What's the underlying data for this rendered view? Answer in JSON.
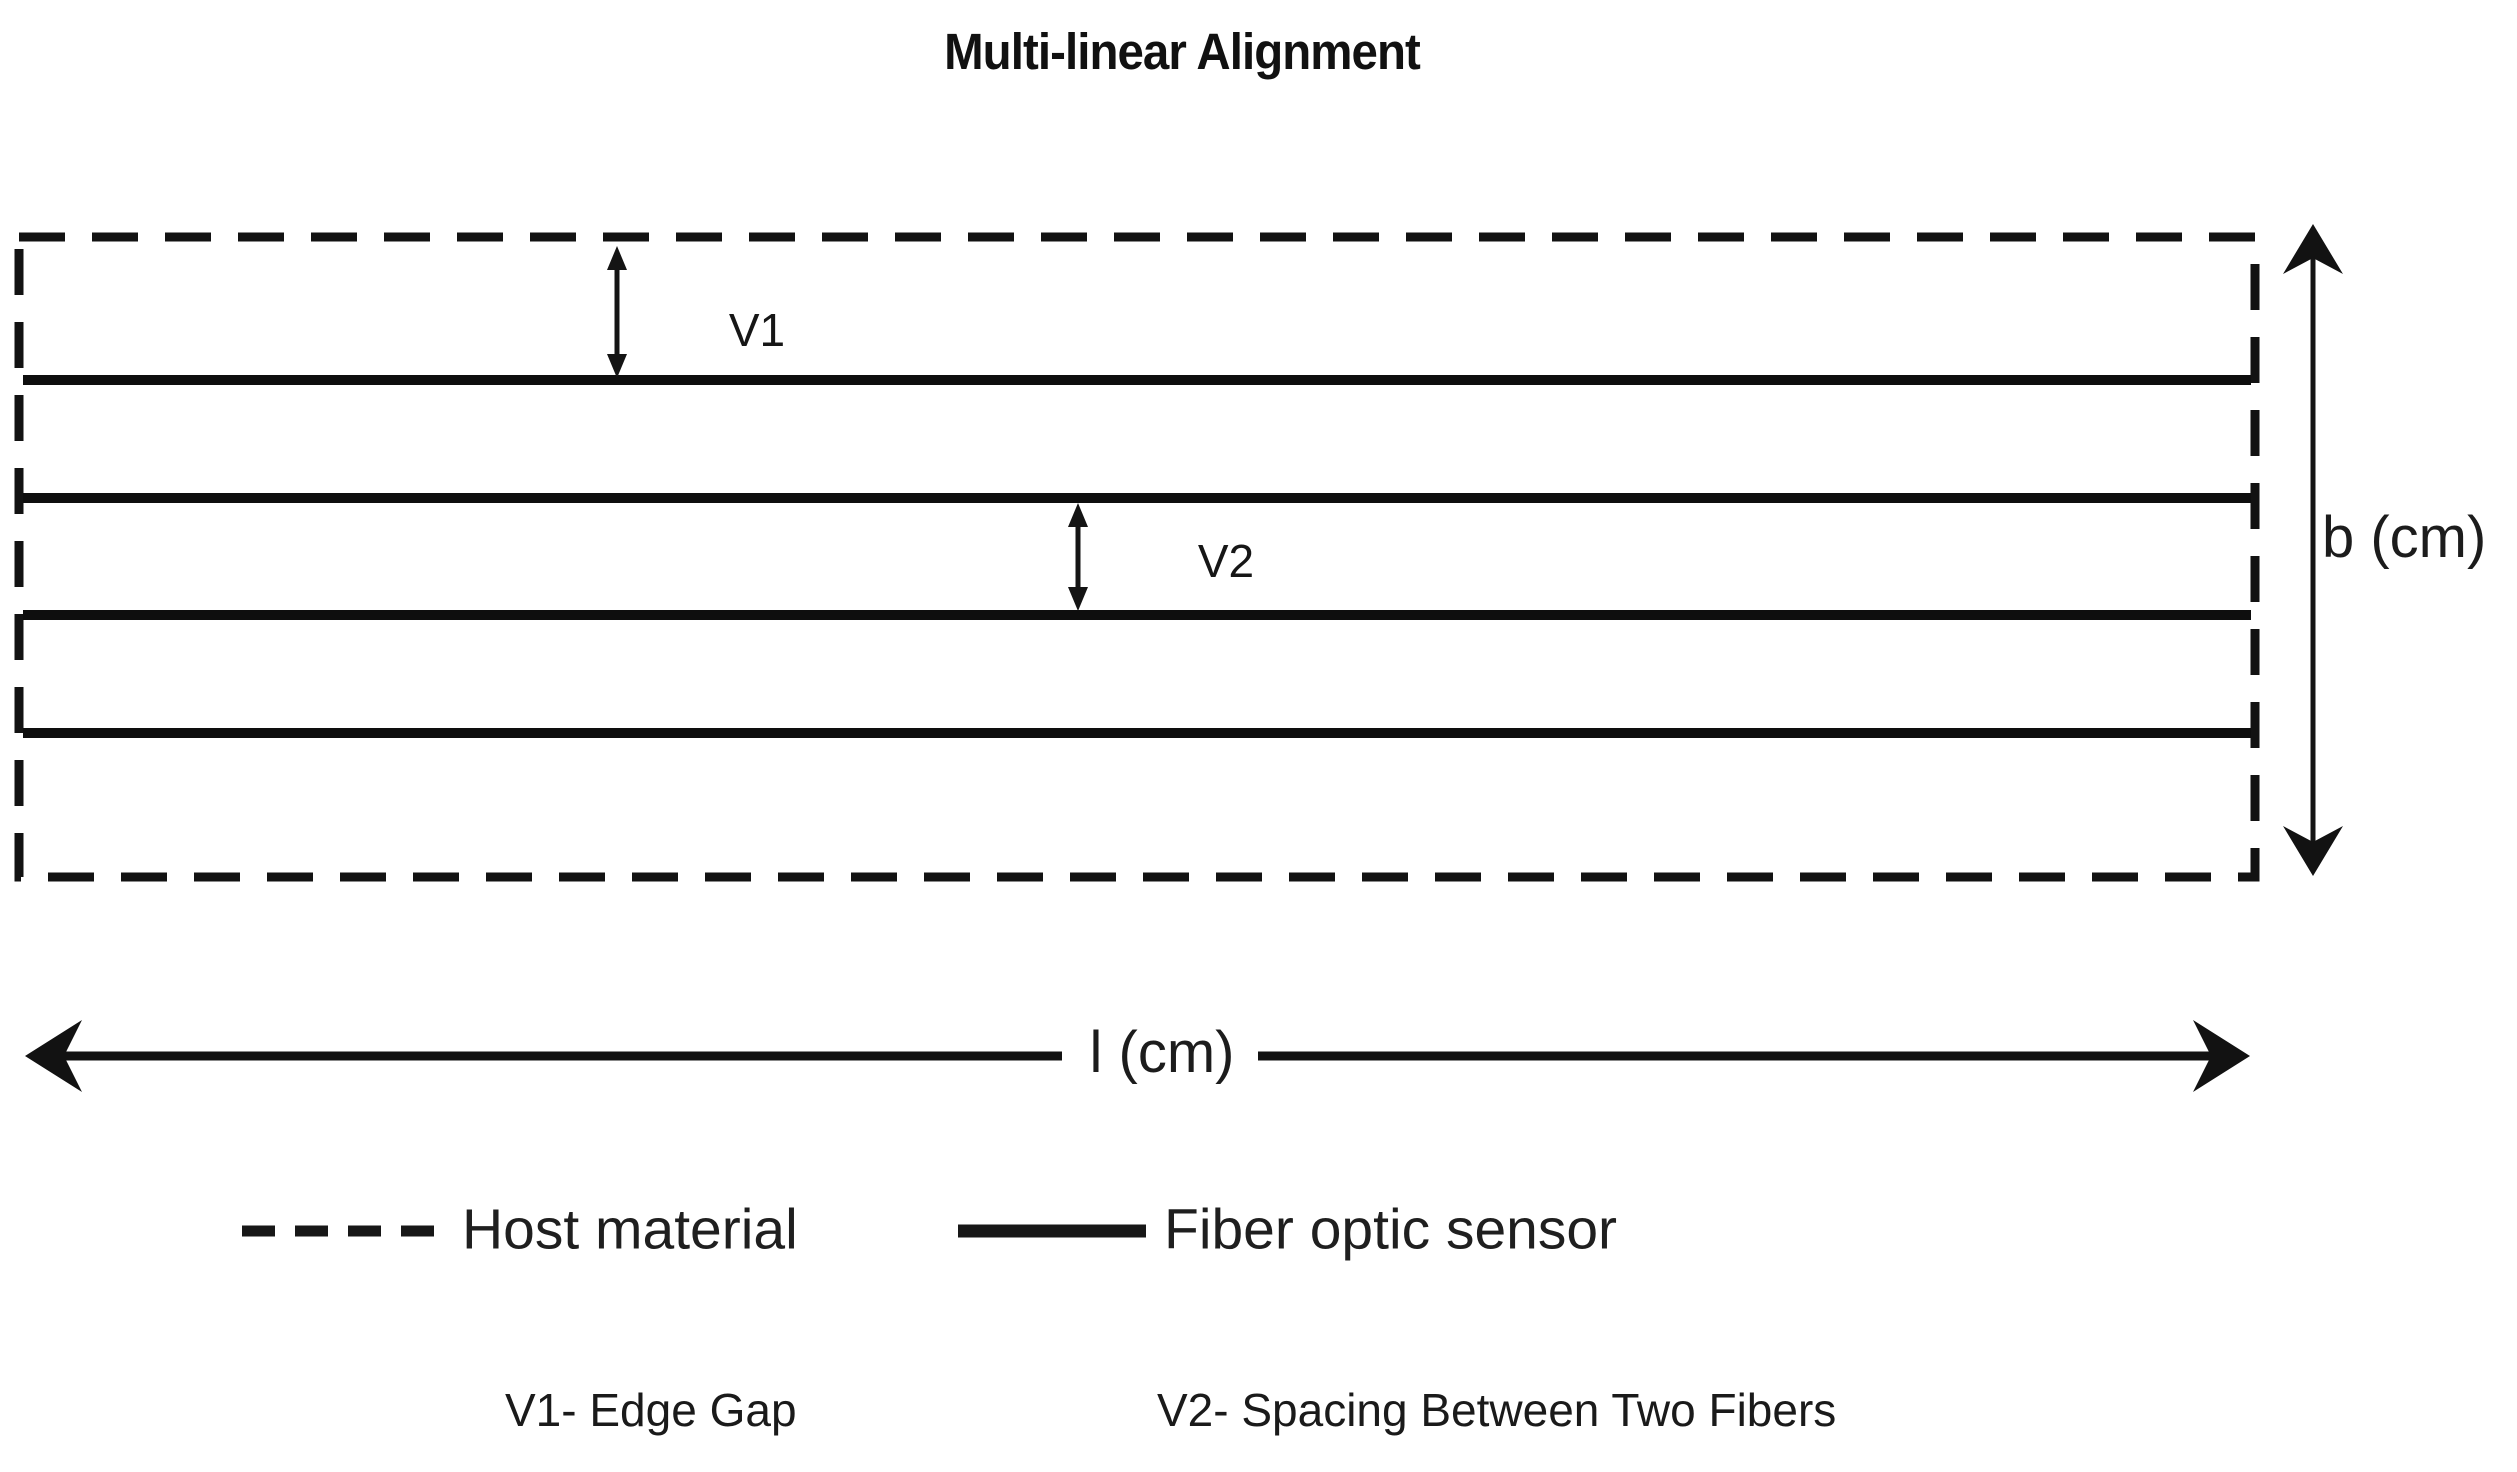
{
  "title": "Multi-linear Alignment",
  "colors": {
    "ink": "#161616",
    "background": "#ffffff"
  },
  "diagram": {
    "fibers": {
      "count": 4
    },
    "annotations": {
      "edge_gap_label": "V1",
      "spacing_label": "V2",
      "height_axis_label": "b (cm)",
      "length_axis_label": "l (cm)"
    }
  },
  "legend": {
    "items": [
      {
        "swatch": "dashed-line-swatch",
        "label": "Host material"
      },
      {
        "swatch": "solid-line-swatch",
        "label": "Fiber optic sensor"
      }
    ]
  },
  "footnotes": [
    {
      "text": "V1- Edge Gap"
    },
    {
      "text": "V2- Spacing Between Two Fibers"
    }
  ]
}
